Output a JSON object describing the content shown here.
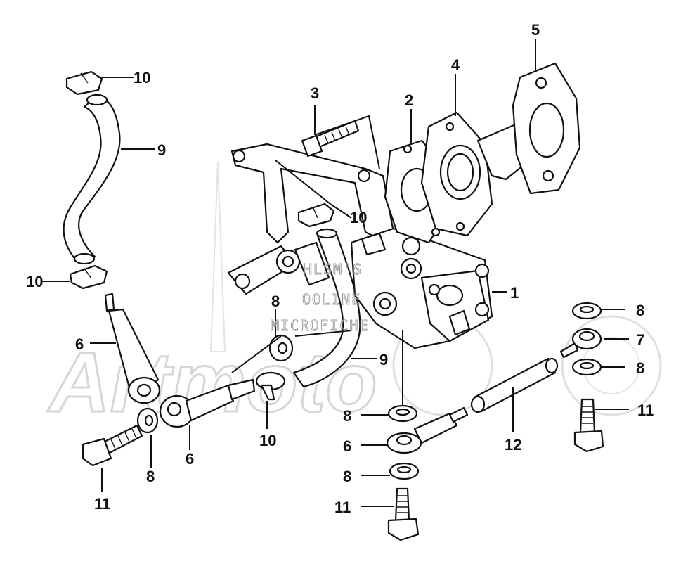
{
  "watermark": {
    "line1": "HLSM'S",
    "line2": "OOLINE",
    "line3": "MICROFICHE",
    "logo": "Artmoto"
  },
  "callouts": [
    {
      "id": "c1",
      "label": "1"
    },
    {
      "id": "c2",
      "label": "2"
    },
    {
      "id": "c3",
      "label": "3"
    },
    {
      "id": "c4",
      "label": "4"
    },
    {
      "id": "c5",
      "label": "5"
    },
    {
      "id": "c6a",
      "label": "6"
    },
    {
      "id": "c6b",
      "label": "6"
    },
    {
      "id": "c6c",
      "label": "6"
    },
    {
      "id": "c7",
      "label": "7"
    },
    {
      "id": "c8a",
      "label": "8"
    },
    {
      "id": "c8b",
      "label": "8"
    },
    {
      "id": "c8c",
      "label": "8"
    },
    {
      "id": "c8d",
      "label": "8"
    },
    {
      "id": "c8e",
      "label": "8"
    },
    {
      "id": "c8f",
      "label": "8"
    },
    {
      "id": "c9a",
      "label": "9"
    },
    {
      "id": "c9b",
      "label": "9"
    },
    {
      "id": "c10a",
      "label": "10"
    },
    {
      "id": "c10b",
      "label": "10"
    },
    {
      "id": "c10c",
      "label": "10"
    },
    {
      "id": "c10d",
      "label": "10"
    },
    {
      "id": "c11a",
      "label": "11"
    },
    {
      "id": "c11b",
      "label": "11"
    },
    {
      "id": "c11c",
      "label": "11"
    },
    {
      "id": "c12",
      "label": "12"
    }
  ]
}
